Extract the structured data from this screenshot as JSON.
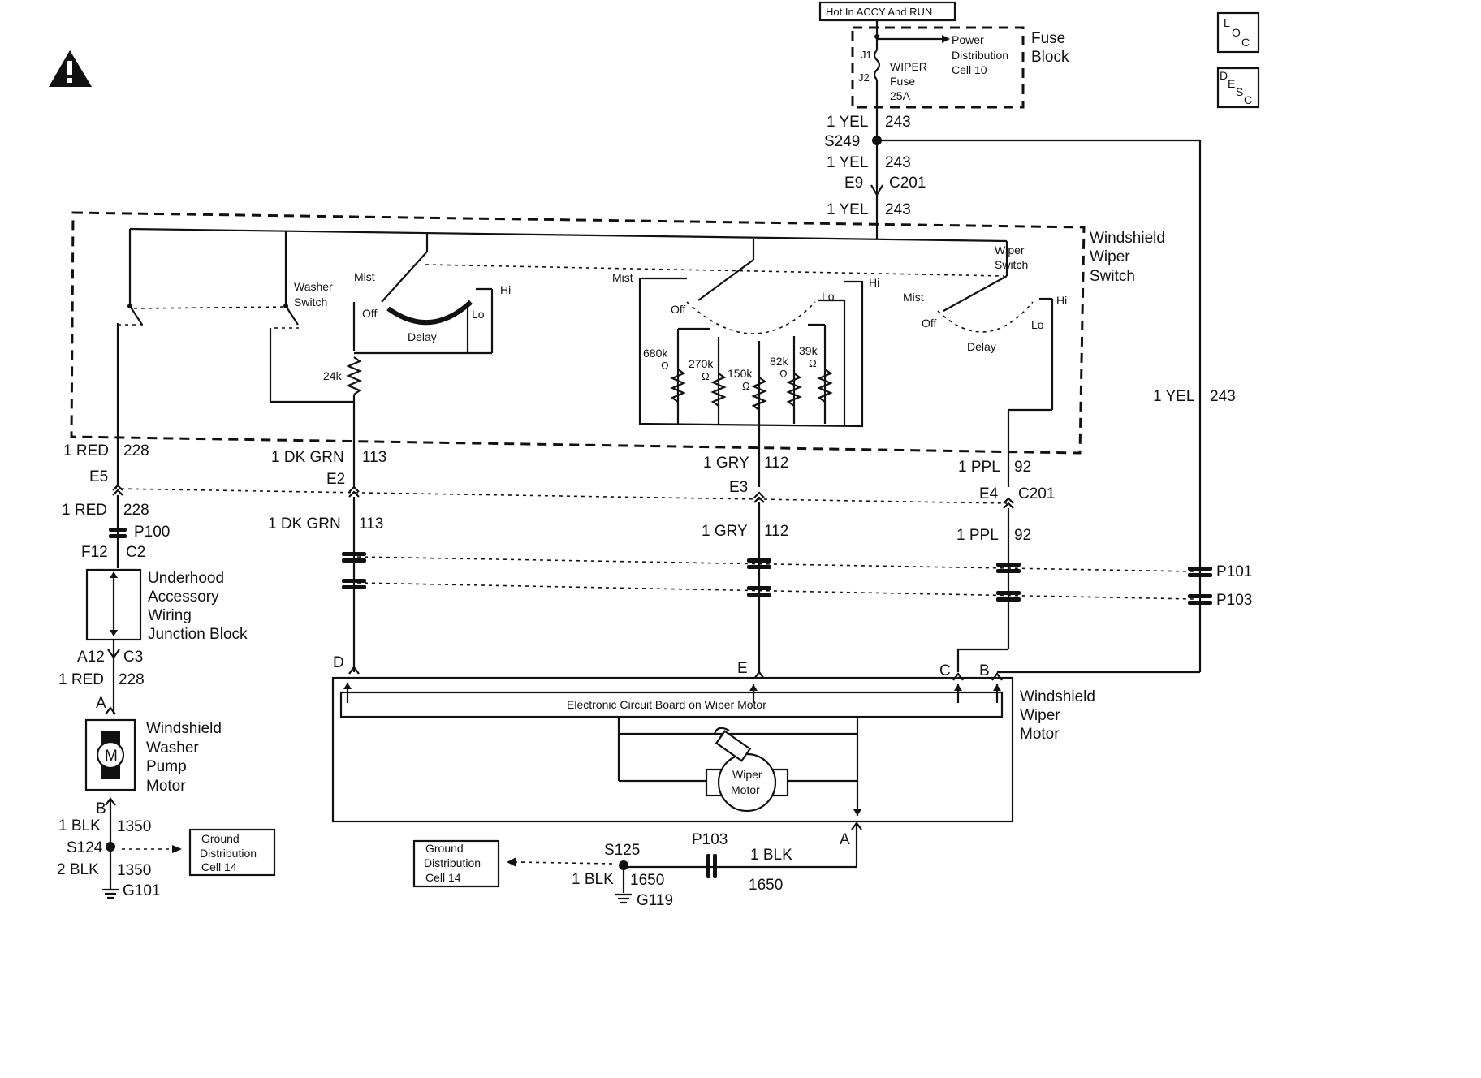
{
  "power": {
    "hot_label": "Hot In ACCY And RUN",
    "fuse_block": [
      "Fuse",
      "Block"
    ],
    "j1": "J1",
    "j2": "J2",
    "fuse_name": "WIPER",
    "fuse_word": "Fuse",
    "fuse_rating": "25A",
    "power_dist": [
      "Power",
      "Distribution",
      "Cell 10"
    ]
  },
  "corner_icons": {
    "loc": [
      "L",
      "O",
      "C"
    ],
    "desc": [
      "D",
      "E",
      "S",
      "C"
    ]
  },
  "main_feed": {
    "wire": "1 YEL",
    "circuit": "243",
    "splice": "S249",
    "conn_pin": "E9",
    "connector": "C201"
  },
  "switch": {
    "title": [
      "Windshield",
      "Wiper",
      "Switch"
    ],
    "washer": [
      "Washer",
      "Switch"
    ],
    "wiper_sw": [
      "Wiper",
      "Switch"
    ],
    "mist": "Mist",
    "off": "Off",
    "delay": "Delay",
    "lo": "Lo",
    "hi": "Hi",
    "r24": "24k",
    "r680": "680k",
    "r270": "270k",
    "r150": "150k",
    "r82": "82k",
    "r39": "39k",
    "ohm": "Ω"
  },
  "wires": {
    "red": {
      "w": "1 RED",
      "c": "228",
      "pin": "E5",
      "pin2": "F12",
      "conn2": "C2",
      "pin3": "A12",
      "conn3": "C3",
      "pin4": "A",
      "pass": "P100"
    },
    "grn": {
      "w": "1 DK GRN",
      "c": "113",
      "pin": "E2",
      "end": "D"
    },
    "gry": {
      "w": "1 GRY",
      "c": "112",
      "pin": "E3",
      "end": "E"
    },
    "ppl": {
      "w": "1 PPL",
      "c": "92",
      "pin": "E4",
      "conn": "C201",
      "end": "C"
    },
    "yel_right": {
      "w": "1 YEL",
      "c": "243",
      "end": "B"
    },
    "p101": "P101",
    "p103": "P103"
  },
  "junction": [
    "Underhood",
    "Accessory",
    "Wiring",
    "Junction Block"
  ],
  "pump": {
    "label": [
      "Windshield",
      "Washer",
      "Pump",
      "Motor"
    ],
    "m": "M",
    "pin_b": "B"
  },
  "ground_left": {
    "w1": "1 BLK",
    "c1": "1350",
    "splice": "S124",
    "w2": "2 BLK",
    "c2": "1350",
    "ground": "G101",
    "dist": [
      "Ground",
      "Distribution",
      "Cell 14"
    ]
  },
  "motor": {
    "board": "Electronic Circuit Board on Wiper Motor",
    "motor": [
      "Wiper",
      "Motor"
    ],
    "title": [
      "Windshield",
      "Wiper",
      "Motor"
    ],
    "pin_a": "A"
  },
  "ground_right": {
    "splice": "S125",
    "pass": "P103",
    "w1": "1 BLK",
    "c1": "1650",
    "w2": "1 BLK",
    "c2": "1650",
    "ground": "G119",
    "dist": [
      "Ground",
      "Distribution",
      "Cell 14"
    ]
  }
}
